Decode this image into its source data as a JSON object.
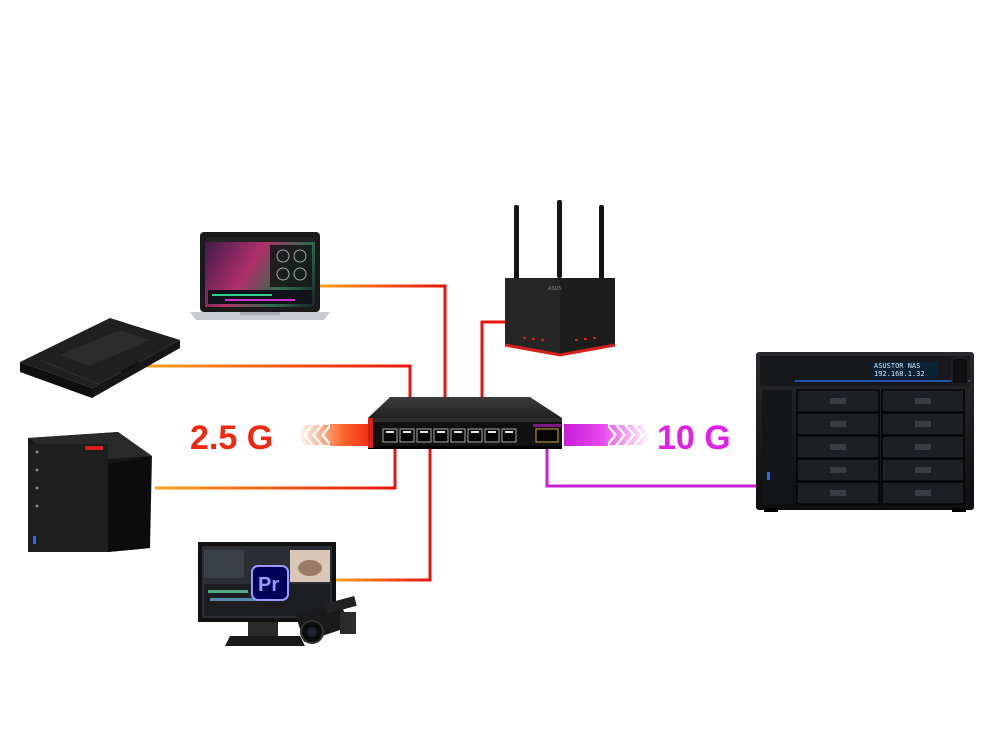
{
  "labels": {
    "left_speed": "2.5 G",
    "right_speed": "10 G"
  },
  "colors": {
    "left_speed": "#f0280f",
    "right_speed": "#e020e8",
    "cable_red": "#e8150f",
    "cable_orange": "#f59a1a",
    "cable_purple": "#c81fd6"
  },
  "devices": {
    "ten_gig_nas": {
      "brand": "ASUSTOR NAS",
      "display_line_1": "ASUSTOR NAS",
      "display_line_2": "192.168.1.32"
    },
    "editing_station": {
      "app_badge": "Pr"
    }
  },
  "icons": [
    "laptop-icon",
    "router-icon",
    "game-console-icon",
    "nas-small-icon",
    "network-switch-icon",
    "nas-large-icon",
    "monitor-icon",
    "video-camera-icon"
  ]
}
